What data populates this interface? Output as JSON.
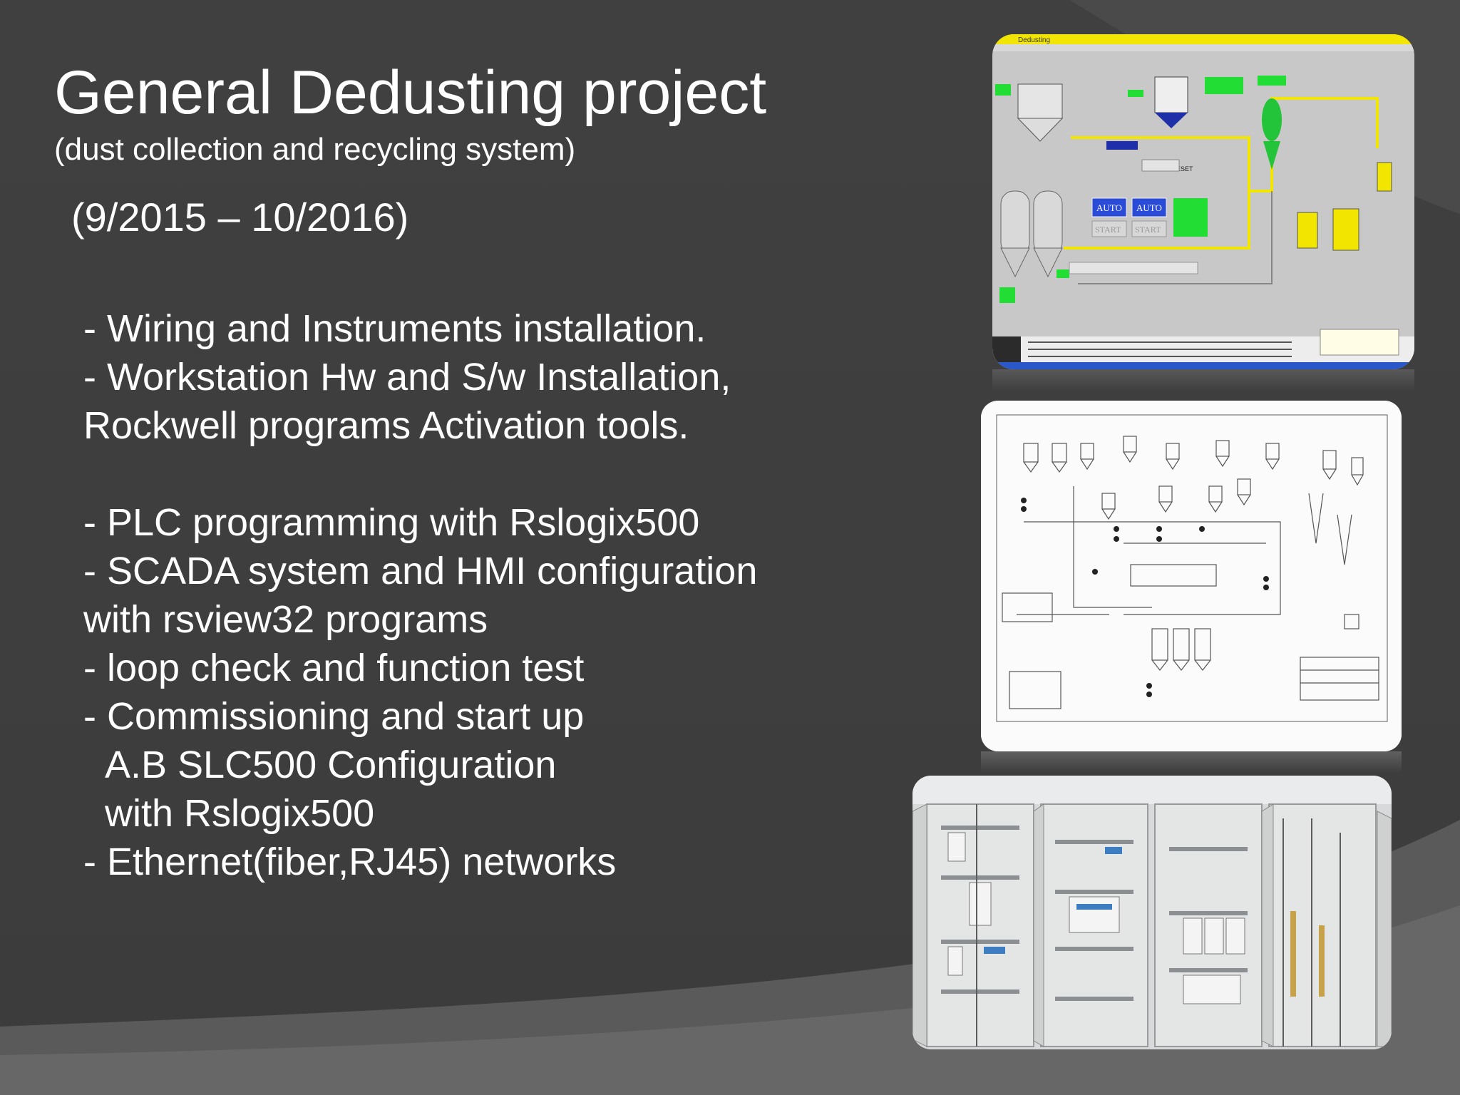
{
  "slide": {
    "title": "General Dedusting project",
    "subtitle": "(dust collection and recycling system)",
    "dates": "(9/2015 – 10/2016)",
    "bullets": [
      "- Wiring and Instruments installation.",
      "- Workstation Hw and S/w Installation,",
      "Rockwell programs Activation tools.",
      "",
      "- PLC programming with Rslogix500",
      "- SCADA system and HMI  configuration",
      "with rsview32 programs",
      "- loop check and function test",
      "- Commissioning and start up",
      "A.B SLC500 Configuration",
      "with Rslogix500",
      "- Ethernet(fiber,RJ45) networks"
    ]
  },
  "images": {
    "hmi_screenshot": {
      "title_bar": "Dedusting",
      "buttons": [
        "AUTO",
        "AUTO",
        "START",
        "START",
        "ALARM RESET"
      ]
    }
  },
  "colors": {
    "background": "#3f3f3f",
    "text": "#ffffff",
    "hmi_panel": "#c8c8c8",
    "hmi_titlebar": "#f2e600",
    "hmi_button": "#2a4bd8",
    "hmi_green": "#22dd33"
  }
}
